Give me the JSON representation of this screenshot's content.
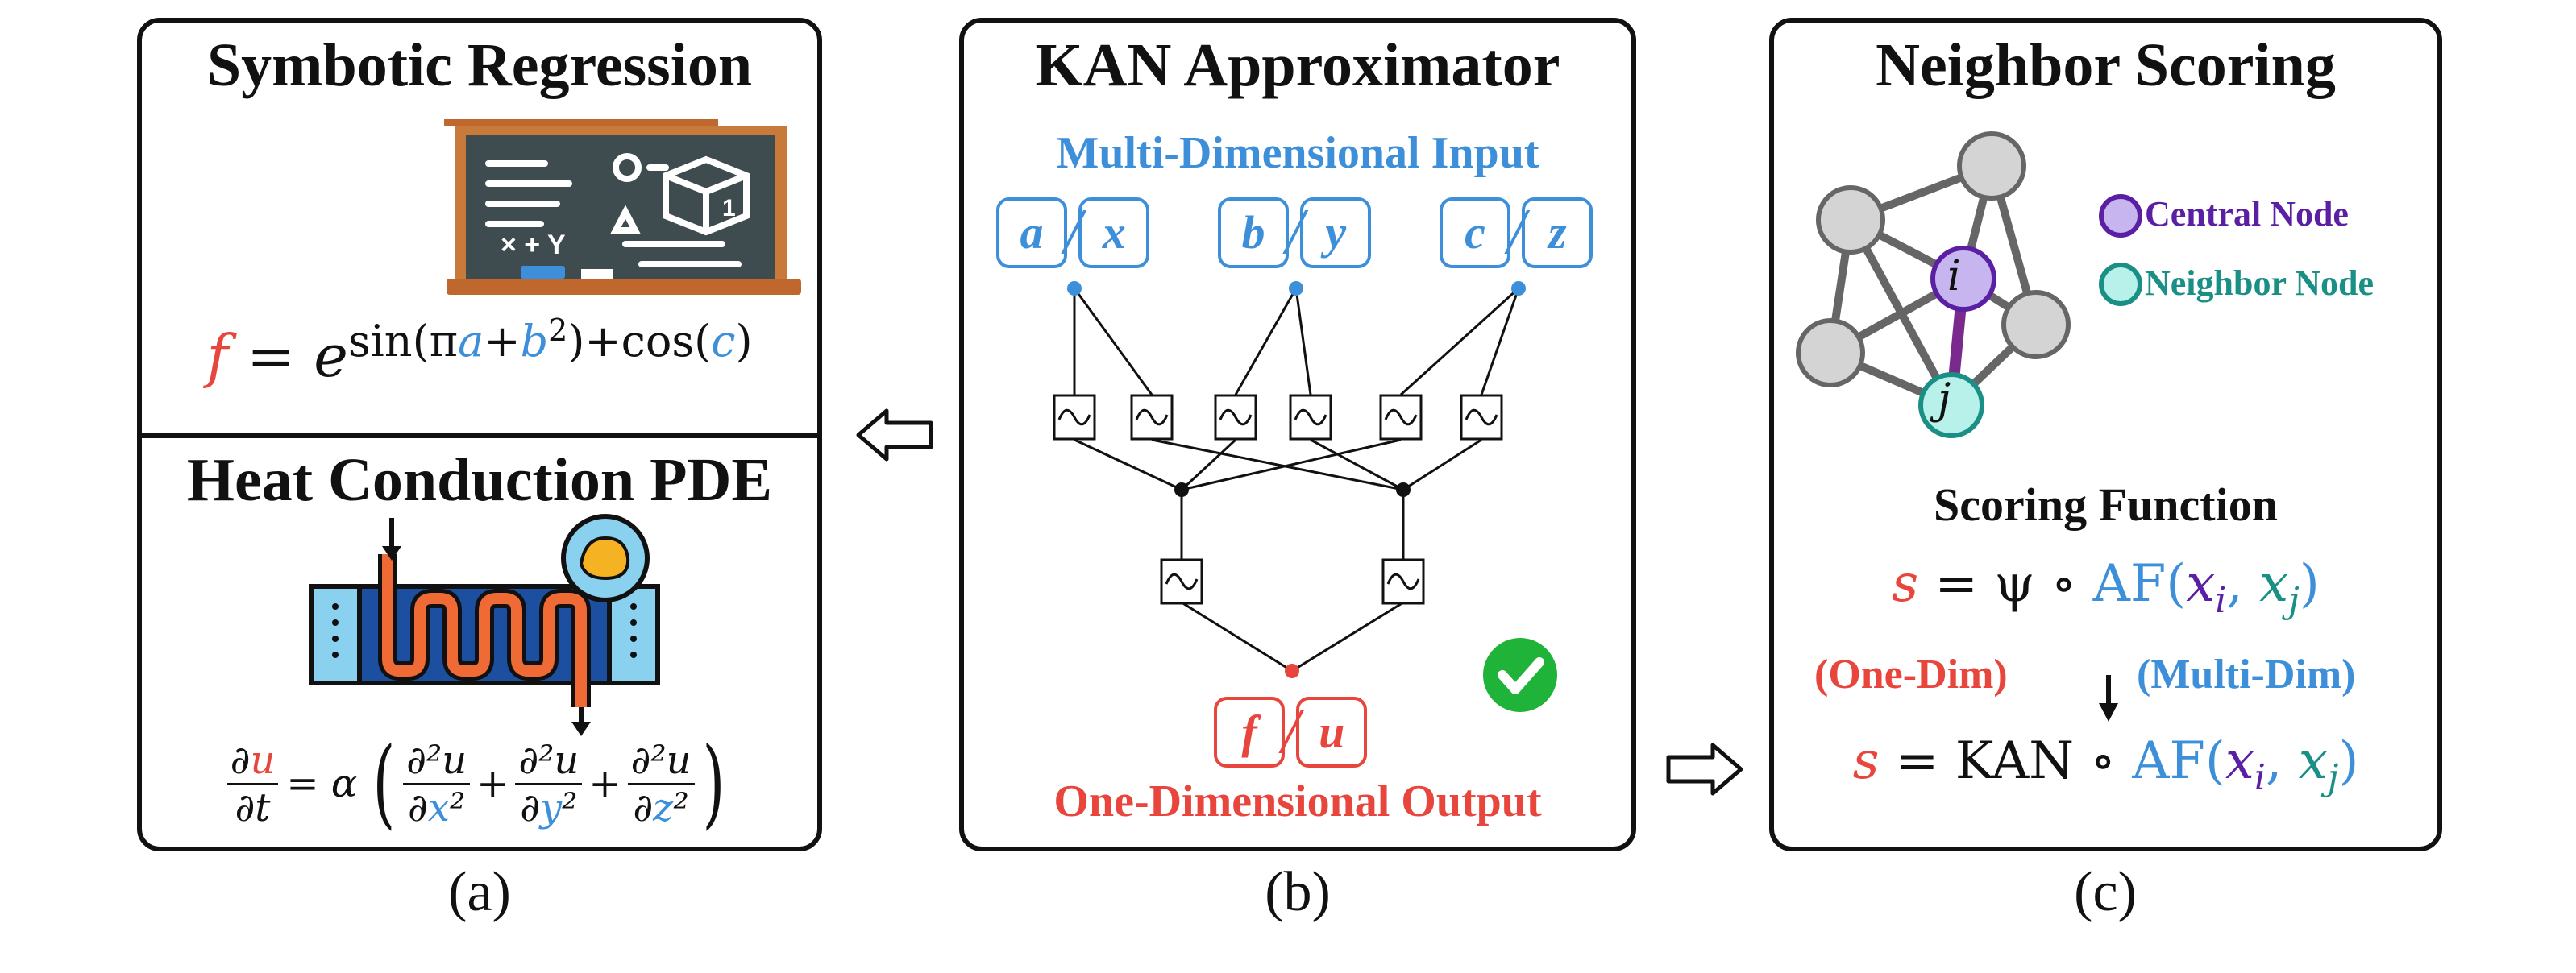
{
  "panel_a": {
    "title_top": "Symbotic Regression",
    "formula": {
      "f": "f",
      "eq": "=",
      "e": "e",
      "sup": {
        "p1": "sin(π",
        "a": "a",
        "plus": "+",
        "b": "b",
        "sq": "2",
        "p2": ")+cos(",
        "c": "c",
        "p3": ")"
      }
    },
    "title_bottom": "Heat Conduction PDE",
    "pde": {
      "lhs_num": {
        "d": "∂",
        "u": "u"
      },
      "lhs_den": "∂t",
      "eq_alpha": "= α",
      "terms": [
        {
          "num": "∂²u",
          "den_d": "∂",
          "var": "x",
          "sq": "²"
        },
        {
          "num": "∂²u",
          "den_d": "∂",
          "var": "y",
          "sq": "²"
        },
        {
          "num": "∂²u",
          "den_d": "∂",
          "var": "z",
          "sq": "²"
        }
      ],
      "plus": "+"
    },
    "caption": "(a)"
  },
  "panel_b": {
    "title": "KAN Approximator",
    "input_label": "Multi-Dimensional Input",
    "inputs": [
      {
        "left": "a",
        "right": "x"
      },
      {
        "left": "b",
        "right": "y"
      },
      {
        "left": "c",
        "right": "z"
      }
    ],
    "output": {
      "left": "f",
      "right": "u"
    },
    "output_label": "One-Dimensional Output",
    "caption": "(b)"
  },
  "panel_c": {
    "title": "Neighbor Scoring",
    "legend": {
      "central": "Central Node",
      "neighbor": "Neighbor Node"
    },
    "node_i": "i",
    "node_j": "j",
    "scoring_title": "Scoring Function",
    "eq1": {
      "s": "s",
      "rest": "= ψ ∘ ",
      "af": "AF(",
      "xi": "x",
      "i": "i",
      "comma": ", ",
      "xj": "x",
      "j": "j",
      "close": ")"
    },
    "one_dim": "(One-Dim)",
    "multi_dim": "(Multi-Dim)",
    "eq2": {
      "s": "s",
      "rest": "= KAN ∘ ",
      "af": "AF(",
      "xi": "x",
      "i": "i",
      "comma": ", ",
      "xj": "x",
      "j": "j",
      "close": ")"
    },
    "caption": "(c)"
  },
  "colors": {
    "red": "#e8453c",
    "blue": "#3d8fd9",
    "purple": "#5b1fa3",
    "teal": "#1a8f86",
    "check": "#1fb33a"
  }
}
